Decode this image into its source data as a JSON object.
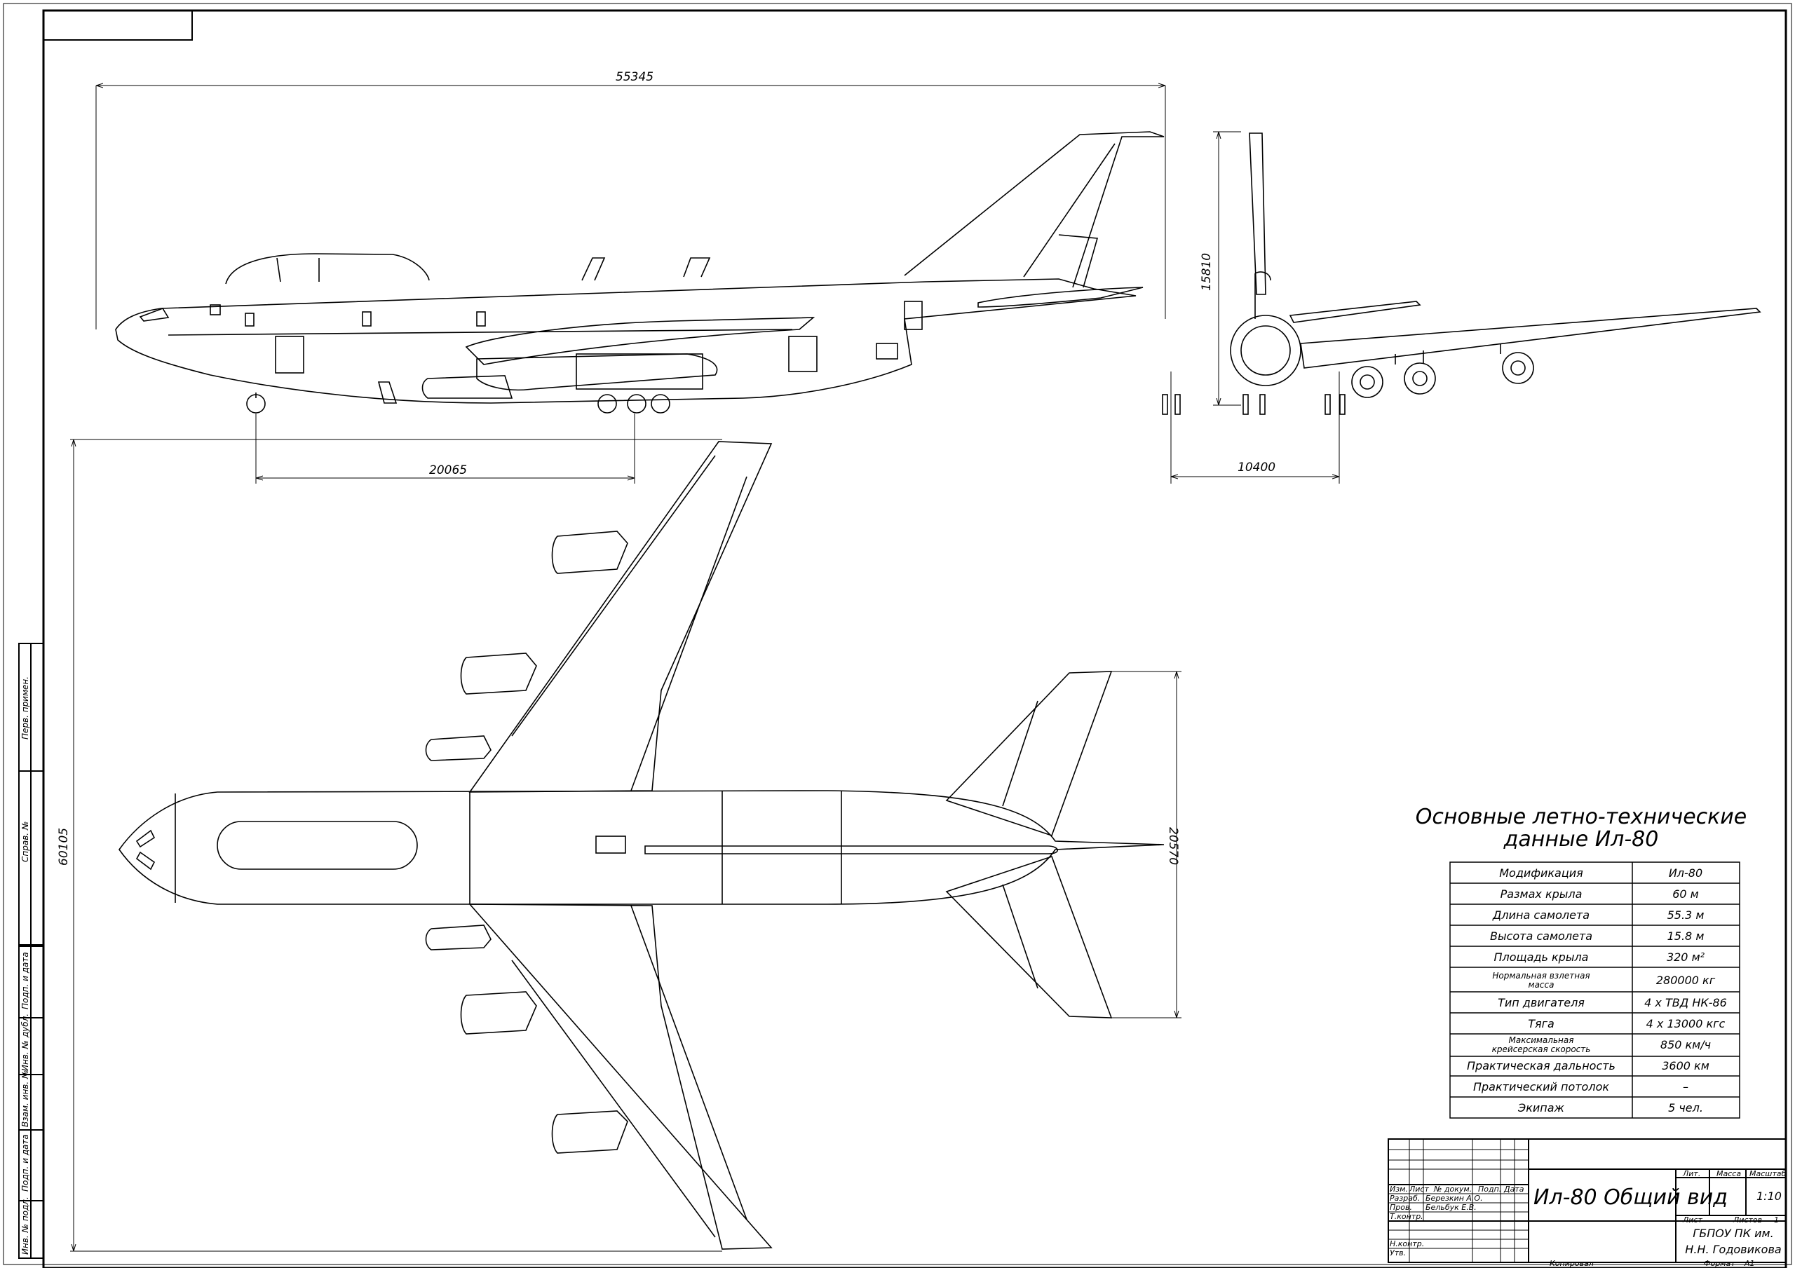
{
  "dimensions": {
    "overall_length": "55345",
    "gear_base": "20065",
    "height": "15810",
    "gear_track": "10400",
    "wingspan": "60105",
    "stabilizer_span": "20570"
  },
  "specs": {
    "title_line1": "Основные летно-технические",
    "title_line2": "данные Ил-80",
    "rows": [
      {
        "label": "Модификация",
        "value": "Ил-80"
      },
      {
        "label": "Размах крыла",
        "value": "60 м"
      },
      {
        "label": "Длина самолета",
        "value": "55.3 м"
      },
      {
        "label": "Высота самолета",
        "value": "15.8 м"
      },
      {
        "label": "Площадь крыла",
        "value": "320 м²"
      },
      {
        "label_line1": "Нормальная взлетная",
        "label_line2": "масса",
        "value": "280000 кг"
      },
      {
        "label": "Тип двигателя",
        "value": "4 х ТВД НК-86"
      },
      {
        "label": "Тяга",
        "value": "4 х 13000 кгс"
      },
      {
        "label_line1": "Максимальная",
        "label_line2": "крейсерская скорость",
        "value": "850 км/ч"
      },
      {
        "label": "Практическая дальность",
        "value": "3600 км"
      },
      {
        "label": "Практический потолок",
        "value": "–"
      },
      {
        "label": "Экипаж",
        "value": "5 чел."
      }
    ]
  },
  "stamp": {
    "title": "Ил-80 Общий вид",
    "headers": {
      "izm": "Изм.",
      "list": "Лист",
      "doc": "№ докум.",
      "sign": "Подп.",
      "date": "Дата"
    },
    "roles": {
      "razrab": "Разраб.",
      "prov": "Пров.",
      "tkontr": "Т.контр.",
      "nkontr": "Н.контр.",
      "utv": "Утв."
    },
    "names": {
      "razrab": "Березкин А.О.",
      "prov": "Бельбук Е.В."
    },
    "lit": "Лит.",
    "massa": "Масса",
    "masshtab": "Масштаб",
    "scale": "1:10",
    "sheet": "Лист",
    "sheets": "Листов",
    "sheets_count": "1",
    "org_line1": "ГБПОУ ПК им.",
    "org_line2": "Н.Н. Годовикова",
    "copied": "Копировал",
    "format": "Формат",
    "format_value": "А1"
  },
  "side_stamp": {
    "perv": "Перв. примен.",
    "sprav": "Справ. №",
    "podp_data1": "Подп. и дата",
    "inv_dubl": "Инв. № дубл.",
    "vzam": "Взам. инв. №",
    "podp_data2": "Подп. и дата",
    "inv_podl": "Инв. № подл."
  }
}
